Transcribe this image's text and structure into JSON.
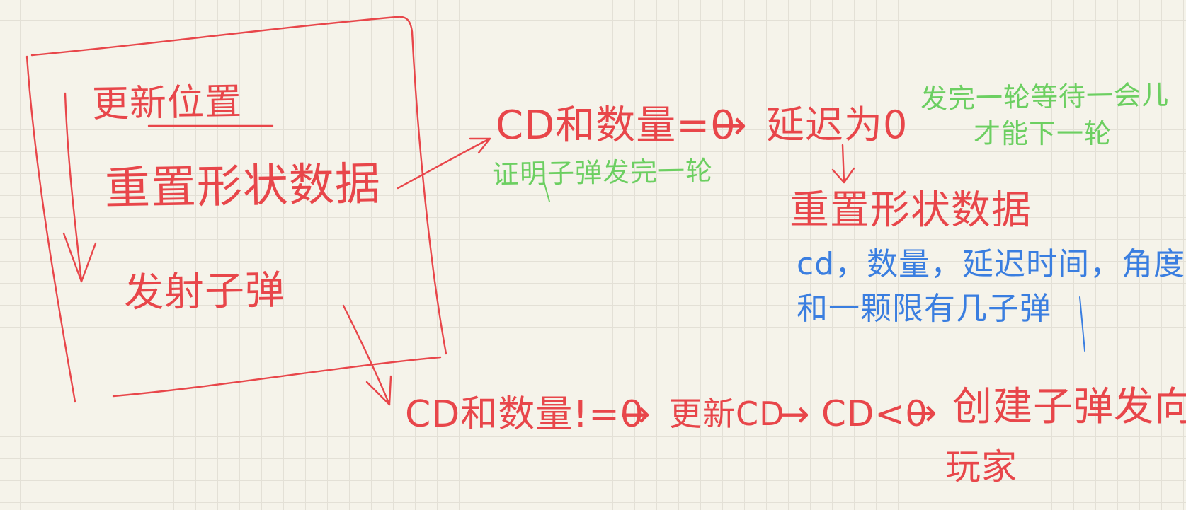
{
  "colors": {
    "red": "#e8464a",
    "green": "#6ccf61",
    "blue": "#3a7ee0",
    "paper": "#f5f3ea",
    "grid": "#e3e0d6"
  },
  "loop_box": {
    "update_position": "更新位置",
    "reset_shape_data": "重置形状数据",
    "fire_bullet": "发射子弹"
  },
  "upper_flow": {
    "cd_count_zero": "CD和数量=0",
    "note_round_done": "证明子弹发完一轮",
    "delay_zero": "延迟为0",
    "note_wait": "发完一轮等待一会儿",
    "note_next": "才能下一轮",
    "reset_shape_data": "重置形状数据",
    "note_fields_line1": "cd，数量，延迟时间，角度",
    "note_fields_line2": "和一颗限有几子弹"
  },
  "lower_flow": {
    "cd_count_nonzero": "CD和数量!=0",
    "update_cd": "更新CD",
    "cd_less_zero": "CD<0",
    "create_bullet": "创建子弹发向",
    "player": "玩家"
  },
  "arrows": [
    "→",
    "→",
    "→",
    "→",
    "→",
    "→"
  ]
}
